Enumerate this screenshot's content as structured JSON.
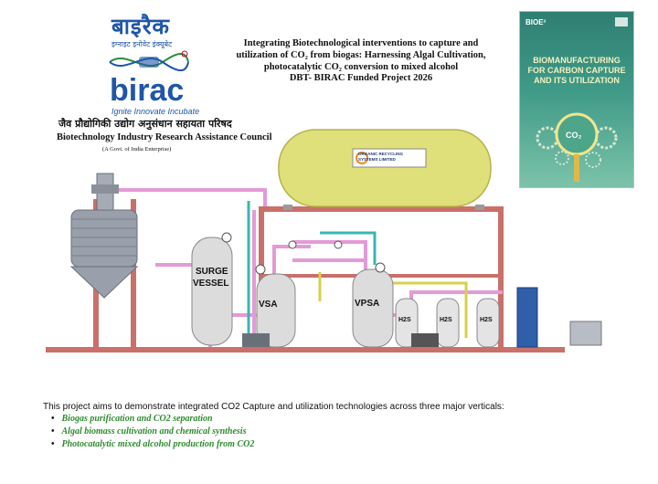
{
  "logo": {
    "hindi_name": "बाइरैक",
    "hindi_tagline": "इग्नाइट इनोवेट इंक्यूबेट",
    "name": "birac",
    "tagline": "Ignite Innovate Incubate"
  },
  "council": {
    "hindi_name": "जैव प्रौद्योगिकी उद्योग अनुसंधान सहायता परिषद",
    "english_name": "Biotechnology Industry Research Assistance Council",
    "gov_note": "(A Govt. of India Enterprise)"
  },
  "title": {
    "line1": "Integrating Biotechnological interventions to capture and",
    "line2": "utilization of CO₂ from biogas: Harnessing Algal Cultivation,",
    "line3": "photocatalytic CO₂ conversion to mixed alcohol",
    "subtitle": "DBT- BIRAC Funded Project 2026"
  },
  "book": {
    "logo_text": "BIOE³",
    "title": "BIOMANUFACTURING FOR CARBON CAPTURE AND ITS UTILIZATION",
    "co2": "CO₂"
  },
  "plant": {
    "company": "ORGANIC RECYCLING SYSTEMS LIMITED",
    "surge_line1": "SURGE",
    "surge_line2": "VESSEL",
    "vsa": "VSA",
    "vpsa": "VPSA",
    "h2s_1": "H2S",
    "h2s_2": "H2S",
    "h2s_3": "H2S"
  },
  "description": "This project aims to demonstrate integrated CO2 Capture and utilization technologies across three major verticals:",
  "verticals": [
    "Biogas purification and CO2 separation",
    "Algal biomass cultivation and chemical synthesis",
    "Photocatalytic mixed alcohol production from CO2"
  ],
  "colors": {
    "brand_blue": "#1f56a8",
    "vertical_green": "#2e8b2e",
    "tank_yellow": "#dfe07a",
    "pipe_pink": "#e49ad6",
    "frame_red": "#c9706a"
  }
}
